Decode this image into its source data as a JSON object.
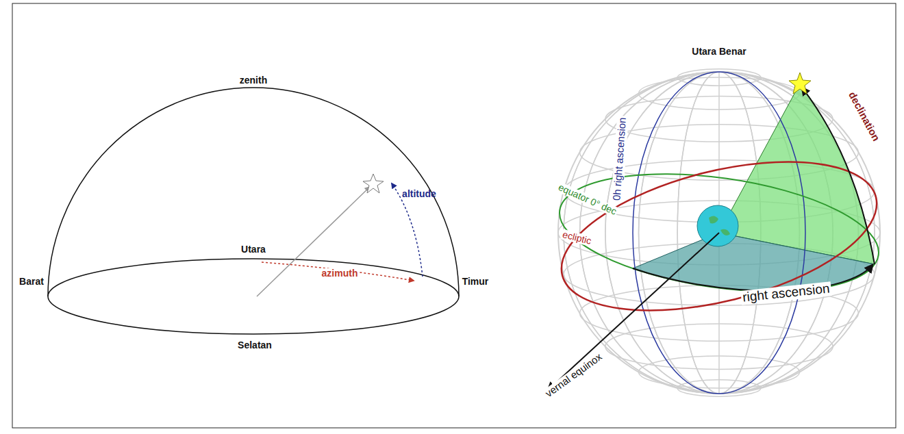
{
  "diagram": {
    "labels": [
      "zenith",
      "altitude",
      "Utara",
      "azimuth",
      "Barat",
      "Timur",
      "Selatan",
      "Utara Benar",
      "declination",
      "0h right ascension",
      "equator 0° dec",
      "ecliptic",
      "right ascension",
      "vernal equinox"
    ]
  }
}
